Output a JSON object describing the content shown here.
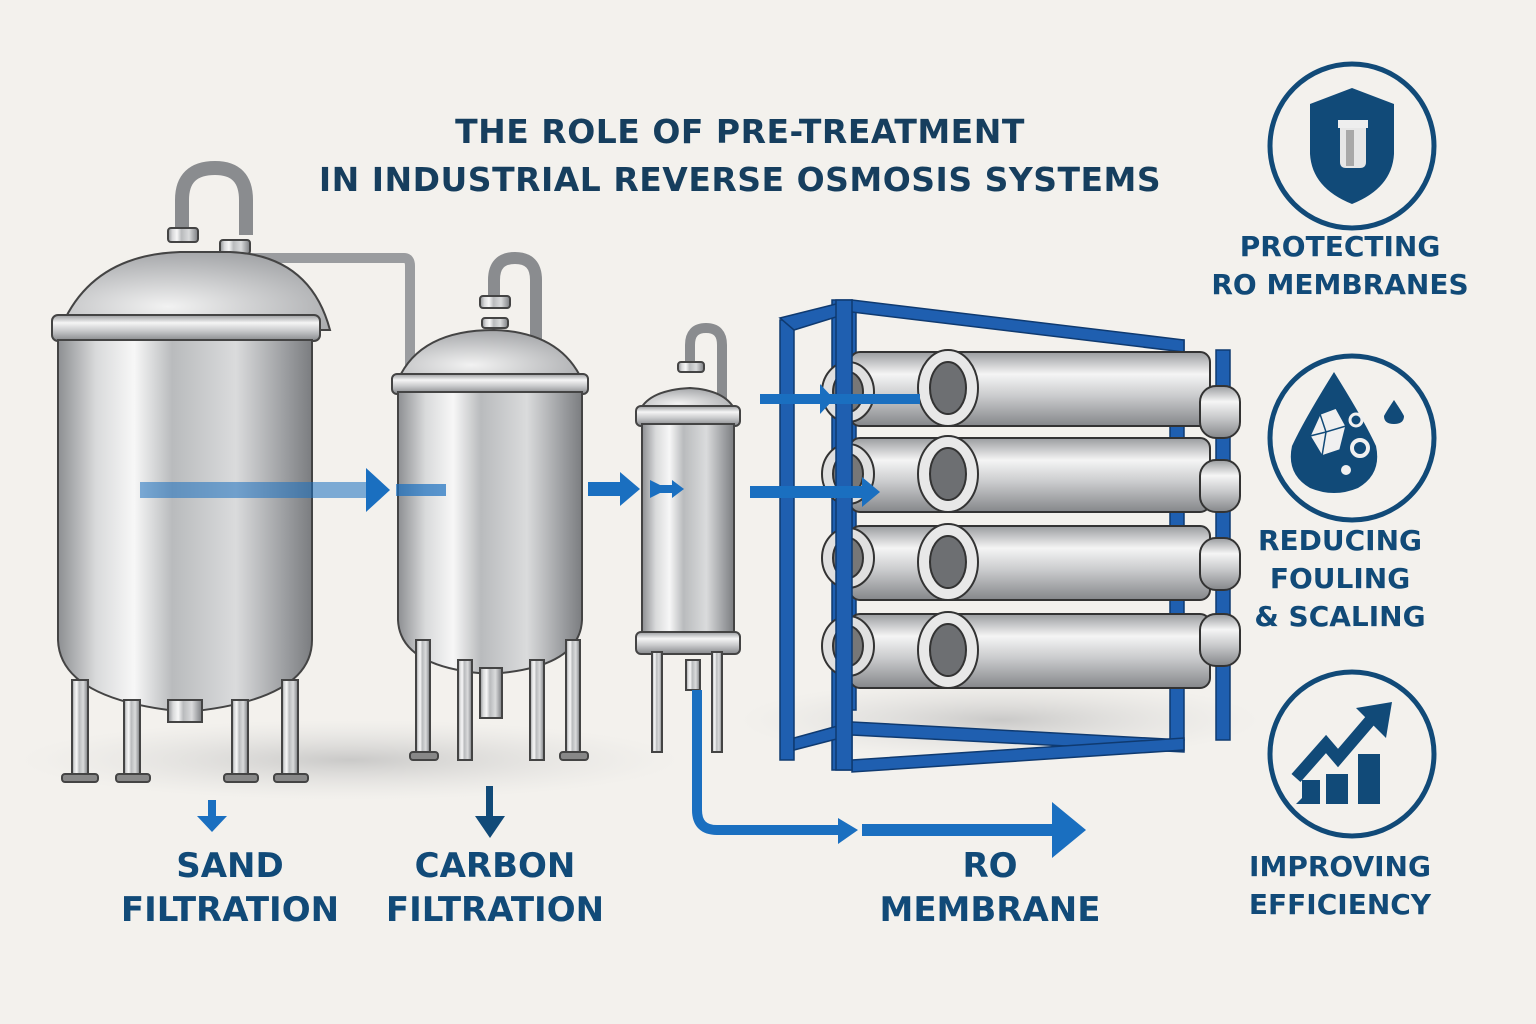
{
  "title": {
    "line1": "THE ROLE OF PRE-TREATMENT",
    "line2": "IN INDUSTRIAL REVERSE OSMOSIS SYSTEMS"
  },
  "stages": [
    {
      "line1": "SAND",
      "line2": "FILTRATION"
    },
    {
      "line1": "CARBON",
      "line2": "FILTRATION"
    },
    {
      "line1": "RO",
      "line2": "MEMBRANE"
    }
  ],
  "benefits": [
    {
      "icon": "shield-icon",
      "line1": "PROTECTING",
      "line2": "RO MEMBRANES"
    },
    {
      "icon": "water-drop-crystal-icon",
      "line1": "REDUCING",
      "line2": "FOULING",
      "line3": "& SCALING"
    },
    {
      "icon": "growth-chart-icon",
      "line1": "IMPROVING",
      "line2": "EFFICIENCY"
    }
  ],
  "colors": {
    "navy": "#114a78",
    "flow_blue": "#1a6fc0",
    "steel": "#c7c9cb",
    "background": "#f3f1ed"
  }
}
